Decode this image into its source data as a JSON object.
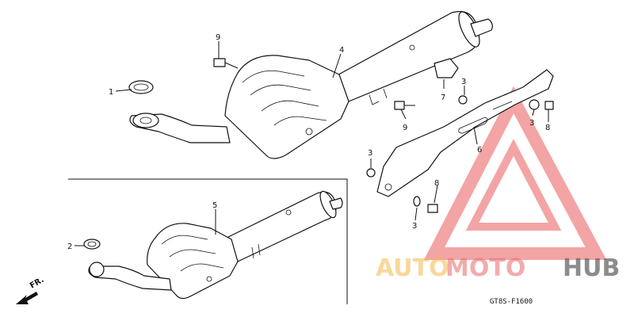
{
  "callouts": {
    "c1": "1",
    "c2": "2",
    "c3a": "3",
    "c3b": "3",
    "c3c": "3",
    "c3d": "3",
    "c4": "4",
    "c5": "5",
    "c6": "6",
    "c7": "7",
    "c8a": "8",
    "c8b": "8",
    "c9a": "9",
    "c9b": "9"
  },
  "direction_label": "FR.",
  "diagram_code": "GT8S-F1600",
  "watermark": {
    "part1": "AUTO",
    "part2": "MOTO",
    "part3": "HUB",
    "colors": {
      "primary": "#f3b94a",
      "secondary": "#e66a6a",
      "dark": "#666666",
      "logo": "#e84c4c"
    }
  }
}
